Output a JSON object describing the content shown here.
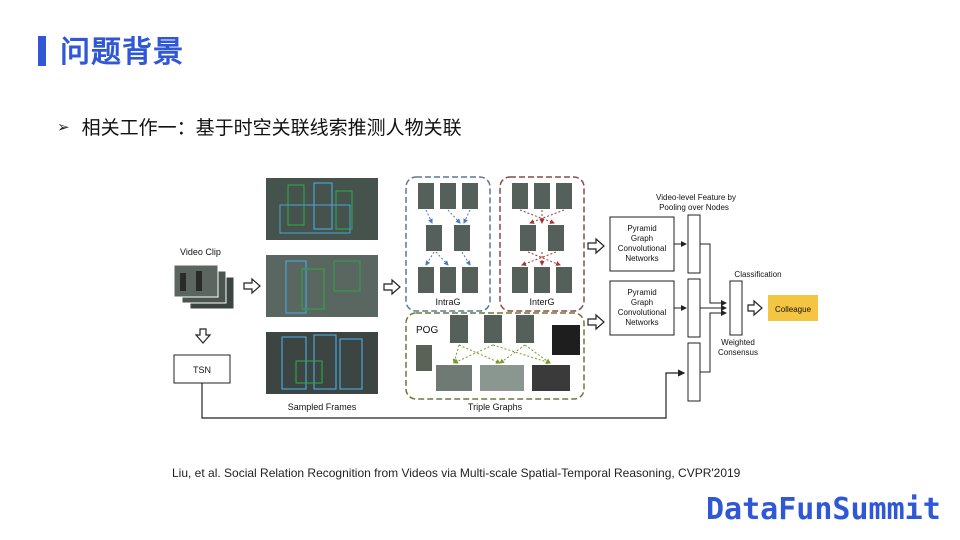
{
  "slide": {
    "title": "问题背景",
    "bullet": "相关工作一：基于时空关联线索推测人物关联"
  },
  "diagram": {
    "video_clip": "Video Clip",
    "tsn": "TSN",
    "sampled_frames": "Sampled Frames",
    "triple_graphs": "Triple Graphs",
    "intrag": "IntraG",
    "interg": "InterG",
    "pog": "POG",
    "video_level_feature_1": "Video-level Feature by",
    "video_level_feature_2": "Pooling over  Nodes",
    "pgcn_1": [
      "Pyramid",
      "Graph",
      "Convolutional",
      "Networks"
    ],
    "pgcn_2": [
      "Pyramid",
      "Graph",
      "Convolutional",
      "Networks"
    ],
    "classification": "Classification",
    "weighted_1": "Weighted",
    "weighted_2": "Consensus",
    "result": "Colleague"
  },
  "citation": "Liu, et al. Social Relation Recognition from Videos via Multi-scale Spatial-Temporal Reasoning, CVPR'2019",
  "logo": "DataFunSummit",
  "colors": {
    "accent": "#2f57d6",
    "intrag_border": "#5b7a94",
    "interg_border": "#8a4a4a",
    "pog_border": "#6b7a3a",
    "result_bg": "#f4c542"
  }
}
